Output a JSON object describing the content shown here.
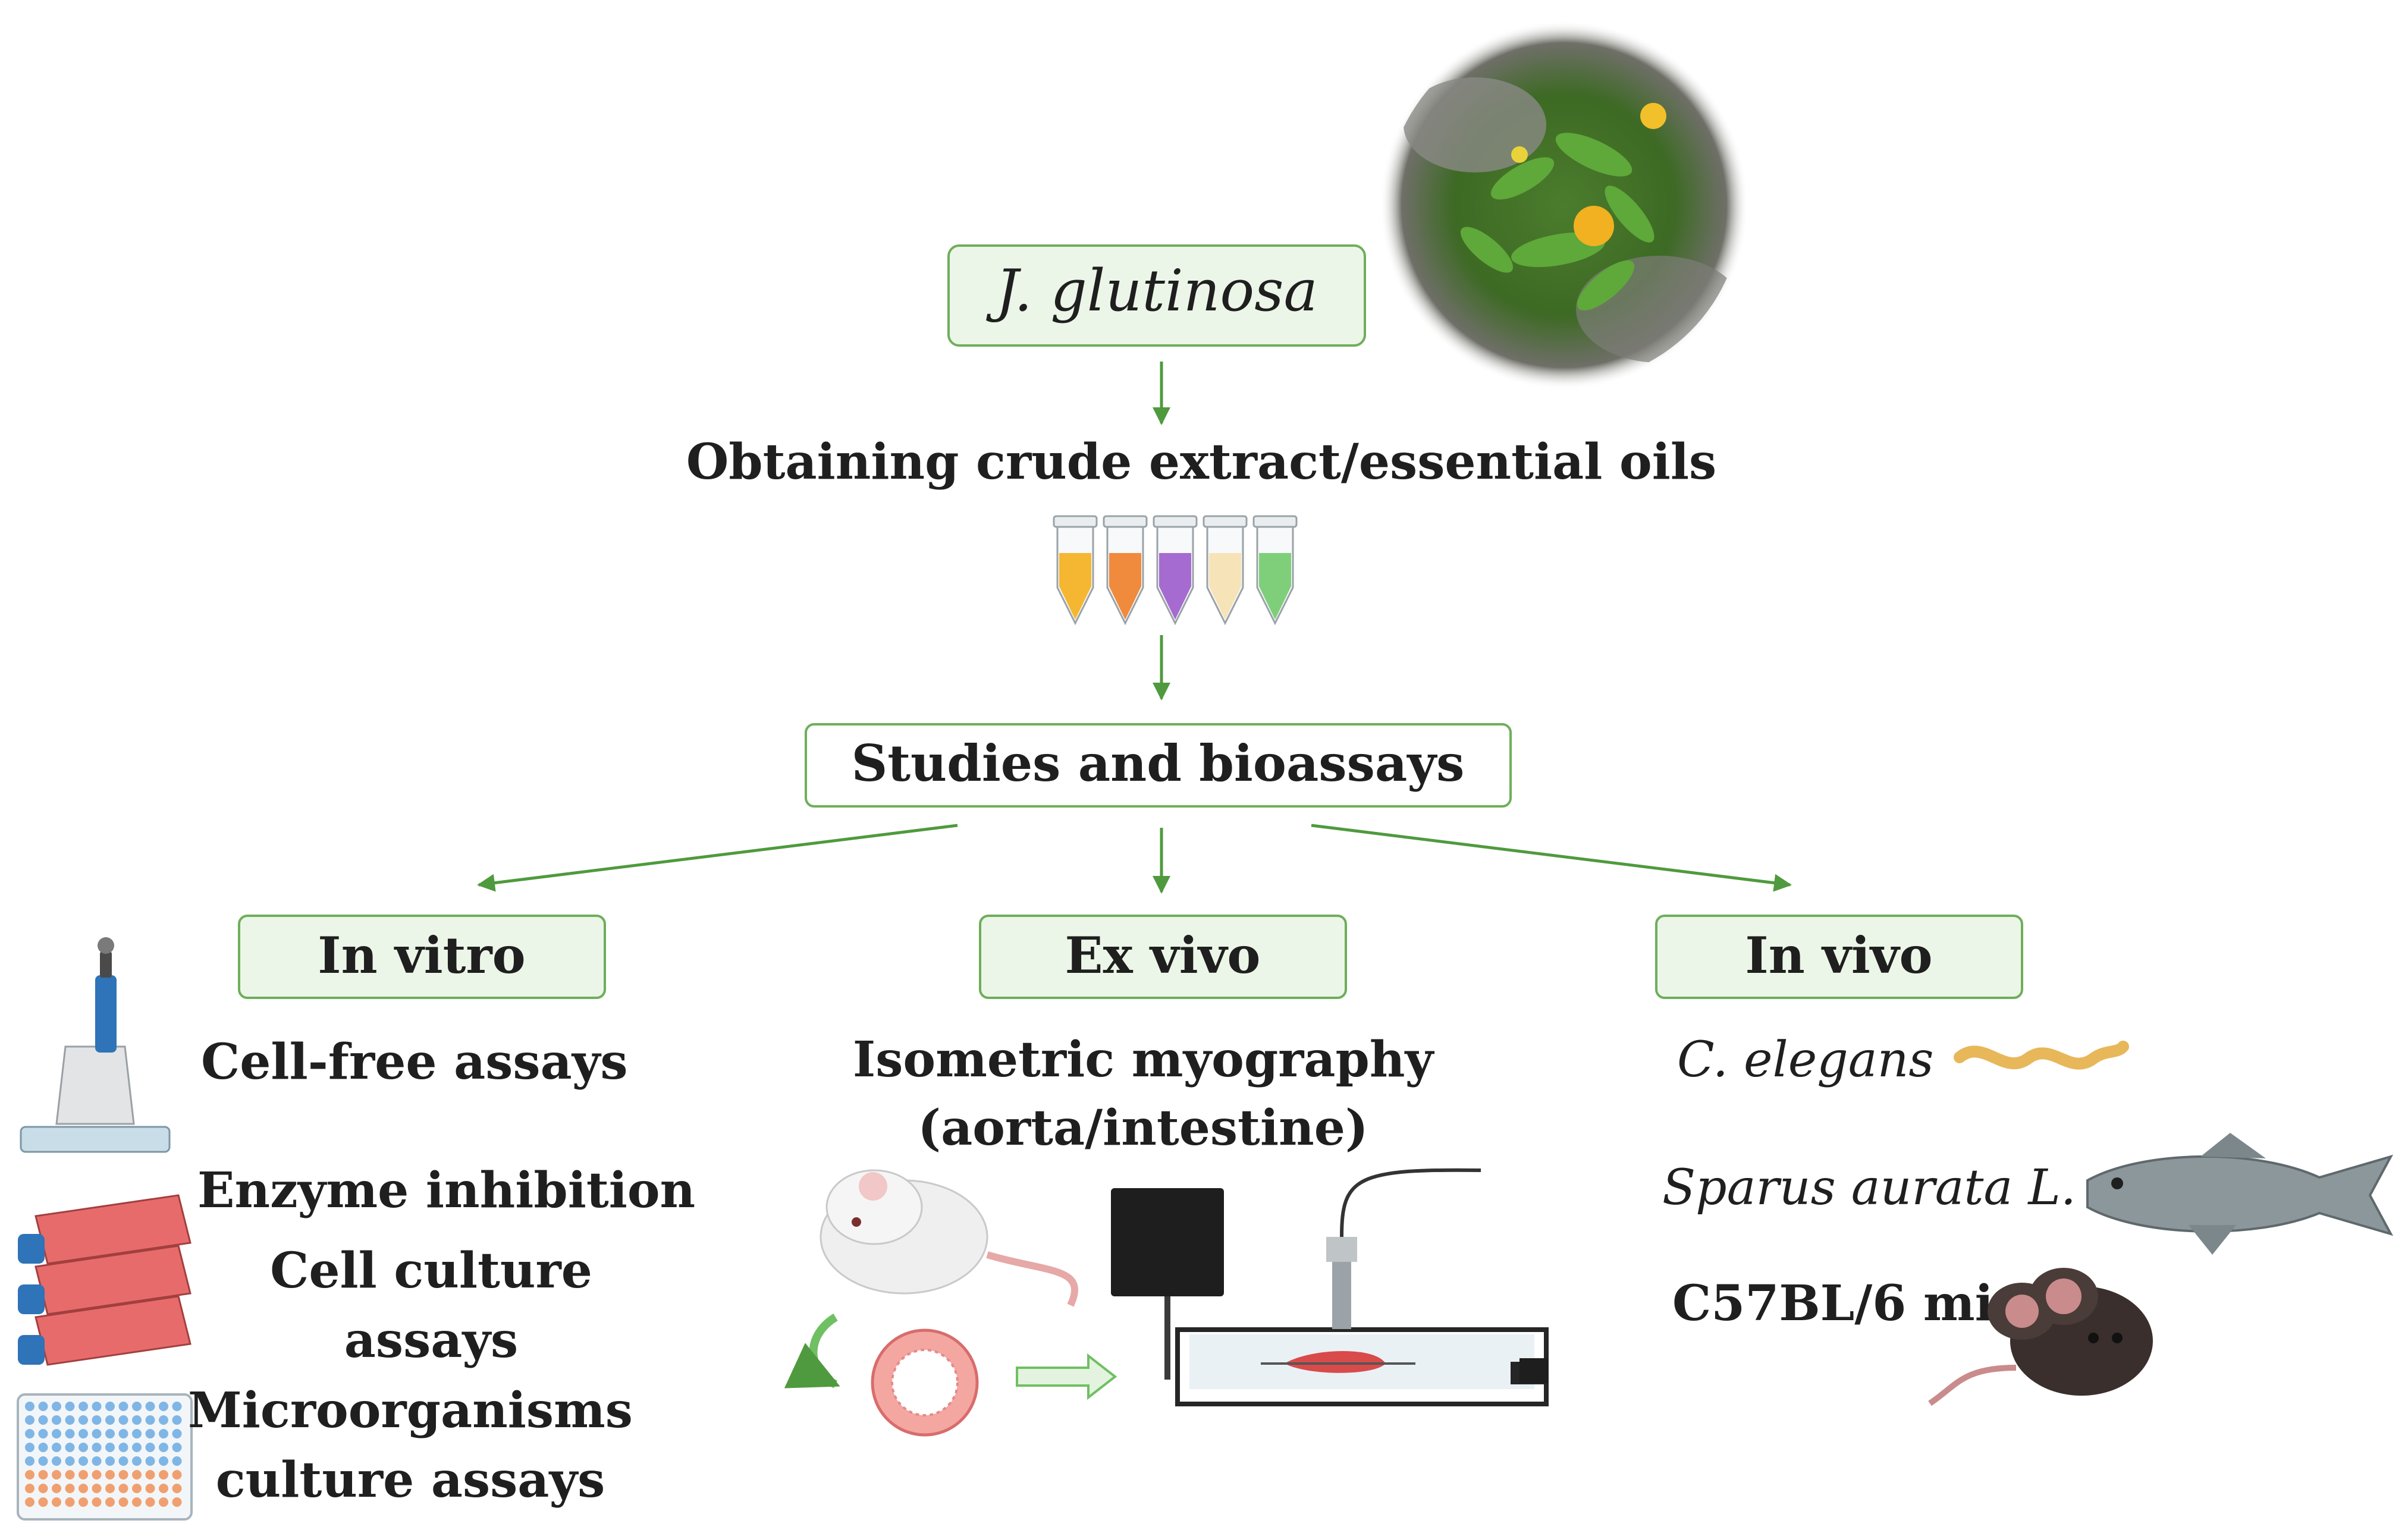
{
  "root": {
    "label": "J. glutinosa"
  },
  "step_extract": {
    "label": "Obtaining crude extract/essential oils"
  },
  "step_studies": {
    "label": "Studies and bioassays"
  },
  "branches": {
    "in_vitro": {
      "label": "In vitro"
    },
    "ex_vivo": {
      "label": "Ex vivo"
    },
    "in_vivo": {
      "label": "In vivo"
    }
  },
  "in_vitro_items": {
    "cell_free": "Cell-free assays",
    "enzyme": "Enzyme inhibition",
    "cell_culture_1": "Cell culture",
    "cell_culture_2": "assays",
    "micro_1": "Microorganisms",
    "micro_2": "culture assays"
  },
  "ex_vivo_items": {
    "myography_1": "Isometric myography",
    "myography_2": "(aorta/intestine)"
  },
  "in_vivo_items": {
    "c_elegans": "C. elegans",
    "sparus": "Sparus aurata L.",
    "mice": "C57BL/6 mice"
  },
  "colors": {
    "box_fill": "#ecf6e8",
    "box_stroke": "#6fae5b",
    "arrow": "#4f9a3e",
    "tube_colors": [
      "#f5b731",
      "#f08a3c",
      "#a66bd1",
      "#f7e3b8",
      "#7fcf7a"
    ]
  }
}
